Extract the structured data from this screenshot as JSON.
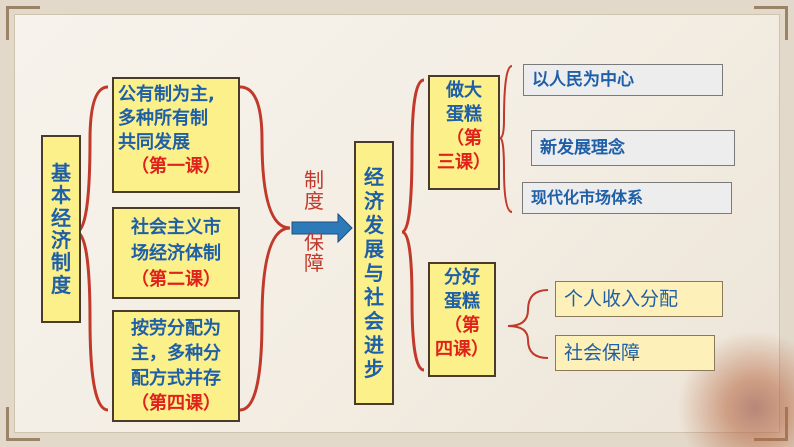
{
  "root": {
    "text": "基本经济制度",
    "chars": [
      "基",
      "本",
      "经",
      "济",
      "制",
      "度"
    ]
  },
  "pillars": [
    {
      "lines": [
        "公有制为主,",
        "多种所有制",
        "共同发展"
      ],
      "lesson": "（第一课）"
    },
    {
      "lines": [
        "社会主义市",
        "场经济体制"
      ],
      "lesson": "（第二课）"
    },
    {
      "lines": [
        "按劳分配为",
        "主，多种分",
        "配方式并存"
      ],
      "lesson": "（第四课）"
    }
  ],
  "link_label": {
    "chars": [
      "制",
      "度",
      "保",
      "障"
    ]
  },
  "goal": {
    "text": "经济发展与社会进步",
    "chars": [
      "经",
      "济",
      "发",
      "展",
      "与",
      "社",
      "会",
      "进",
      "步"
    ]
  },
  "cake_big": {
    "title_lines": [
      "做大",
      "蛋糕"
    ],
    "lesson_lines": [
      "（第",
      "三课）"
    ]
  },
  "cake_share": {
    "title_lines": [
      "分好",
      "蛋糕"
    ],
    "lesson_lines": [
      "（第",
      "四课）"
    ]
  },
  "big_items": [
    "以人民为中心",
    "新发展理念",
    "现代化市场体系"
  ],
  "share_items": [
    "个人收入分配",
    "社会保障"
  ],
  "colors": {
    "accent_blue": "#1f5fa8",
    "accent_red": "#e0221c",
    "box_yellow": "#fbf08a",
    "bracket_red": "#c0392b"
  }
}
